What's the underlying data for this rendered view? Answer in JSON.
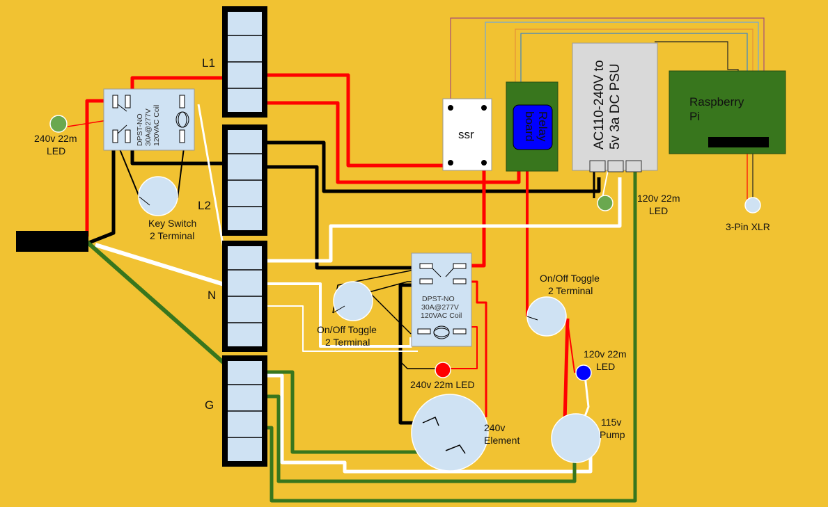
{
  "colors": {
    "background": "#f1c232",
    "hot_wire": "#ff0000",
    "neutral_wire": "#ffffff",
    "ground_wire": "#38761d",
    "black_wire": "#000000",
    "terminal_fill": "#cfe2f3",
    "relay_board": "#38761d",
    "relay_face": "#0000ff",
    "psu_fill": "#d9d9d9",
    "raspberry_pi": "#38761d",
    "led_green": "#6aa84f",
    "led_red": "#ff0000",
    "led_blue": "#0000ff",
    "led_white": "#cfe2f3"
  },
  "terminal_blocks": {
    "l1": "L1",
    "l2": "L2",
    "n": "N",
    "g": "G"
  },
  "relay_top": {
    "line1": "DPST-NO",
    "line2": "30A@277V",
    "line3": "120VAC Coil"
  },
  "relay_mid": {
    "line1": "DPST-NO",
    "line2": "30A@277V",
    "line3": "120VAC Coil"
  },
  "ssr": {
    "label": "ssr"
  },
  "relay_board": {
    "line1": "Relay",
    "line2": "board"
  },
  "psu": {
    "line1": "AC110-240V to",
    "line2": "5v 3a DC PSU"
  },
  "raspberry_pi": {
    "line1": "Raspberry",
    "line2": "Pi"
  },
  "components": {
    "led_240_top": {
      "line1": "240v 22m",
      "line2": "LED"
    },
    "key_switch": {
      "line1": "Key Switch",
      "line2": "2 Terminal"
    },
    "toggle_left": {
      "line1": "On/Off Toggle",
      "line2": "2 Terminal"
    },
    "toggle_right": {
      "line1": "On/Off Toggle",
      "line2": "2 Terminal"
    },
    "led_240_red": {
      "line1": "240v 22m LED"
    },
    "led_120_psu": {
      "line1": "120v 22m",
      "line2": "LED"
    },
    "led_120_blue": {
      "line1": "120v 22m",
      "line2": "LED"
    },
    "element": {
      "line1": "240v",
      "line2": "Element"
    },
    "pump": {
      "line1": "115v",
      "line2": "Pump"
    },
    "xlr": {
      "line1": "3-Pin XLR"
    }
  }
}
